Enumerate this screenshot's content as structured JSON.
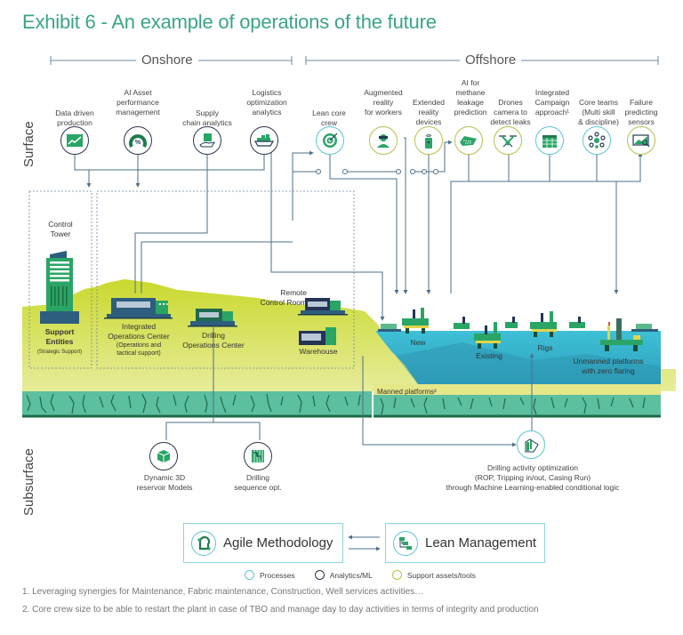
{
  "title": "Exhibit 6 - An example of operations of the future",
  "sections": {
    "onshore": "Onshore",
    "offshore": "Offshore"
  },
  "row_labels": {
    "surface": "Surface",
    "subsurface": "Subsurface"
  },
  "surface_nodes": [
    {
      "label": "Data driven\nproduction",
      "category": "analytics",
      "icon": "growth-chart-icon"
    },
    {
      "label": "AI Asset\nperformance\nmanagement",
      "category": "analytics",
      "icon": "gauge-percent-icon"
    },
    {
      "label": "Supply\nchain analytics",
      "category": "analytics",
      "icon": "hand-box-icon"
    },
    {
      "label": "Logistics\noptimization\nanalytics",
      "category": "analytics",
      "icon": "cargo-ship-icon"
    },
    {
      "label": "Lean core\ncrew",
      "category": "processes",
      "icon": "target-icon"
    },
    {
      "label": "Augmented\nreality\nfor workers",
      "category": "support",
      "icon": "vr-headset-worker-icon"
    },
    {
      "label": "Extended\nreality\ndevices",
      "category": "support",
      "icon": "device-signal-icon"
    },
    {
      "label": "AI for\nmethane\nleakage\nprediction",
      "category": "support",
      "icon": "pipe-leak-icon"
    },
    {
      "label": "Drones\ncamera to\ndetect leaks",
      "category": "support",
      "icon": "drone-icon"
    },
    {
      "label": "Integrated\nCampaign\napproach¹",
      "category": "processes",
      "icon": "calendar-icon"
    },
    {
      "label": "Core teams\n(Multi skill\n& discipline)",
      "category": "processes",
      "icon": "network-team-icon"
    },
    {
      "label": "Failure\npredicting\nsensors",
      "category": "support",
      "icon": "sensor-monitor-icon"
    }
  ],
  "scene": {
    "control_tower": "Control\nTower",
    "support_entities": "Support\nEntities",
    "support_entities_sub": "(Strategic Support)",
    "ioc": "Integrated\nOperations Center",
    "ioc_sub": "(Operations and\ntactical support)",
    "doc": "Drilling\nOperations Center",
    "remote_control_room": "Remote\nControl Room",
    "warehouse": "Warehouse",
    "new": "New",
    "existing": "Existing",
    "rigs": "Rigs",
    "unmanned": "Unmanned platforms\nwith zero flaring",
    "manned": "Manned platforms²"
  },
  "subsurface_nodes": [
    {
      "label": "Dynamic 3D\nreservoir Models",
      "category": "analytics",
      "icon": "cube-icon"
    },
    {
      "label": "Drilling\nsequence opt.",
      "category": "analytics",
      "icon": "drilling-grid-icon"
    },
    {
      "label": "Drilling activity optimization\n(ROP, Tripping in/out, Casing Run)\nthrough Machine Learning-enabled conditional logic",
      "category": "processes",
      "icon": "drill-hand-icon"
    }
  ],
  "methods": {
    "agile": "Agile Methodology",
    "lean": "Lean Management"
  },
  "legend": [
    {
      "label": "Processes",
      "color": "#5cc4d6"
    },
    {
      "label": "Analytics/ML",
      "color": "#2f3550"
    },
    {
      "label": "Support assets/tools",
      "color": "#b7bf4a"
    }
  ],
  "footnotes": [
    "1. Leveraging synergies for Maintenance, Fabric maintenance, Construction, Well services activities…",
    "2. Core crew size to be able to restart the plant in case of TBO and manage day to day activities in terms of integrity and production"
  ],
  "colors": {
    "title": "#3aa587",
    "connector": "#4e6f8a",
    "land": "#cfdc3a",
    "sea": "#3bb6cf",
    "rock": "#5cbfa0",
    "icon_green": "#2aa566"
  }
}
